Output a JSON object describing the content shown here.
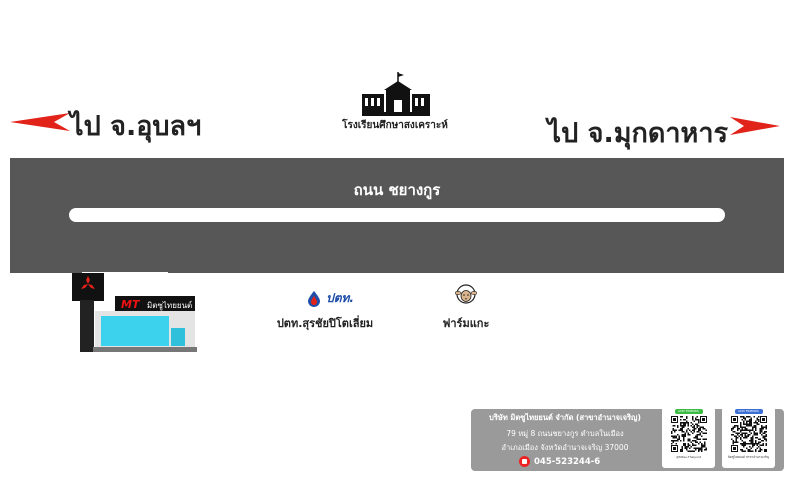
{
  "directions": {
    "left": "ไป จ.อุบลฯ",
    "right": "ไป จ.มุกดาหาร",
    "arrow_color": "#e2231a"
  },
  "landmarks": {
    "school": "โรงเรียนศึกษาสงเคราะห์",
    "road": "ถนน ชยางกูร",
    "gas_station_brand": "ปตท.",
    "gas_station": "ปตท.สุรชัยปิโตเลี่ยม",
    "farm": "ฟาร์มแกะ",
    "dealer_sign": "มิตซูไทยยนต์",
    "dealer_logo": "MT"
  },
  "company": {
    "name": "บริษัท มิตซูไทยยนต์ จำกัด (สาขาอำนาจเจริญ)",
    "address_line1": "79 หมู่ 8 ถนนชยางกูร ตำบลในเมือง",
    "address_line2": "อำเภอเมือง จังหวัดอำนาจเจริญ 37000",
    "phone": "045-523244-6"
  },
  "qr": {
    "badge_1": "ADD FRIENDS",
    "caption_1": "@Mitsu-Thaiyont",
    "badge_2": "ADD FRIENDS",
    "caption_2": "มิตซูไทยยนต์ สาขาอำนาจเจริญ"
  },
  "icons": [
    "school-icon",
    "mitsubishi-logo-icon",
    "ptt-logo-icon",
    "sheep-icon",
    "phone-icon",
    "qr-code-icon"
  ]
}
